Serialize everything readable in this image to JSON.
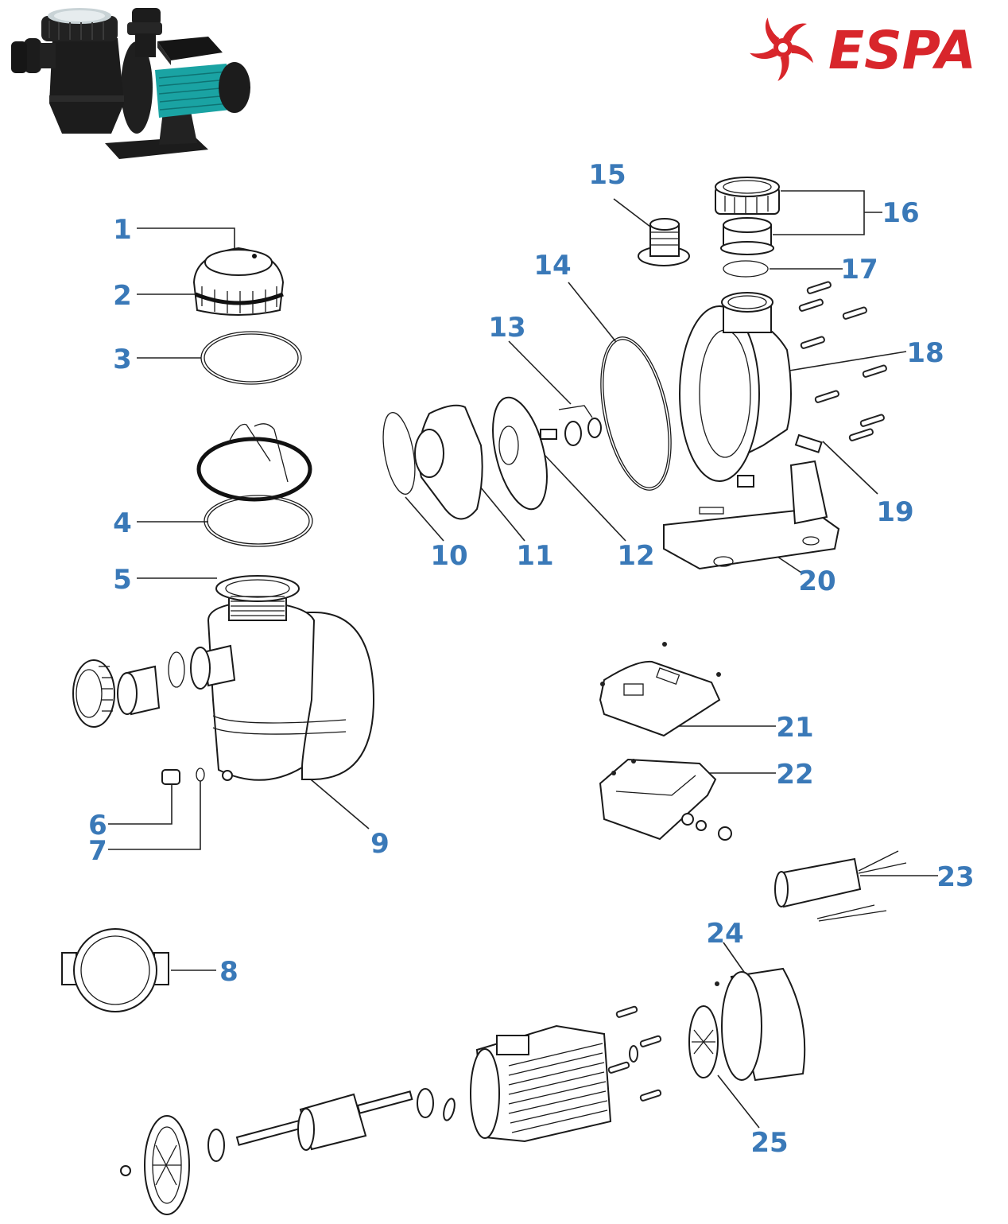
{
  "brand": {
    "name": "ESPA",
    "color": "#d8262b"
  },
  "product_photo": {
    "description": "Pool pump with pre-filter basket and teal motor",
    "motor_color": "#1aa3a3",
    "body_color": "#1c1c1c"
  },
  "label_color": "#3a79b8",
  "parts": [
    {
      "id": "1",
      "label": "1"
    },
    {
      "id": "2",
      "label": "2"
    },
    {
      "id": "3",
      "label": "3"
    },
    {
      "id": "4",
      "label": "4"
    },
    {
      "id": "5",
      "label": "5"
    },
    {
      "id": "6",
      "label": "6"
    },
    {
      "id": "7",
      "label": "7"
    },
    {
      "id": "8",
      "label": "8"
    },
    {
      "id": "9",
      "label": "9"
    },
    {
      "id": "10",
      "label": "10"
    },
    {
      "id": "11",
      "label": "11"
    },
    {
      "id": "12",
      "label": "12"
    },
    {
      "id": "13",
      "label": "13"
    },
    {
      "id": "14",
      "label": "14"
    },
    {
      "id": "15",
      "label": "15"
    },
    {
      "id": "16",
      "label": "16"
    },
    {
      "id": "17",
      "label": "17"
    },
    {
      "id": "18",
      "label": "18"
    },
    {
      "id": "19",
      "label": "19"
    },
    {
      "id": "20",
      "label": "20"
    },
    {
      "id": "21",
      "label": "21"
    },
    {
      "id": "22",
      "label": "22"
    },
    {
      "id": "23",
      "label": "23"
    },
    {
      "id": "24",
      "label": "24"
    },
    {
      "id": "25",
      "label": "25"
    }
  ]
}
